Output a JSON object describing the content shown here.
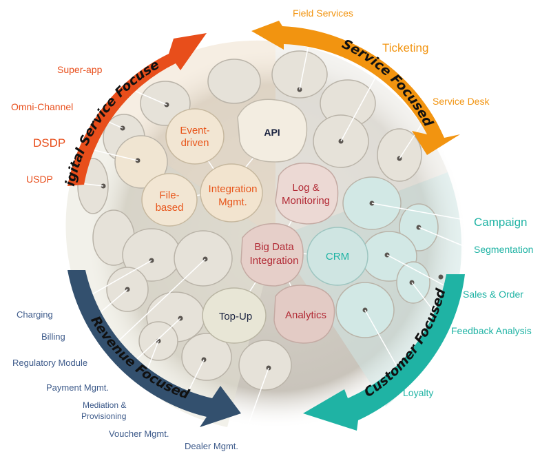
{
  "colors": {
    "digital": "#e84e1b",
    "service": "#f29410",
    "customer": "#1fb3a4",
    "revenue": "#33506e",
    "revenue_text": "#3d5a8a",
    "core_text": "#1a2340",
    "analytics_text": "#b22a35",
    "integration_text": "#e8561b"
  },
  "arcs": {
    "digital": "Digital Service Focused",
    "service": "Service Focused",
    "customer": "Customer Focused",
    "revenue": "Revenue Focused"
  },
  "cells": {
    "api": "API",
    "event_driven_1": "Event-",
    "event_driven_2": "driven",
    "integration_1": "Integration",
    "integration_2": "Mgmt.",
    "file_based_1": "File-",
    "file_based_2": "based",
    "log_1": "Log &",
    "log_2": "Monitoring",
    "big_data_1": "Big Data",
    "big_data_2": "Integration",
    "crm": "CRM",
    "top_up": "Top-Up",
    "analytics": "Analytics"
  },
  "labels": {
    "field_services": "Field Services",
    "ticketing": "Ticketing",
    "service_desk": "Service Desk",
    "super_app": "Super-app",
    "omni_channel": "Omni-Channel",
    "dsdp": "DSDP",
    "usdp": "USDP",
    "campaign": "Campaign",
    "segmentation": "Segmentation",
    "sales_order": "Sales & Order",
    "feedback": "Feedback Analysis",
    "loyalty": "Loyalty",
    "charging": "Charging",
    "billing": "Billing",
    "regulatory": "Regulatory Module",
    "payment": "Payment Mgmt.",
    "mediation_1": "Mediation &",
    "mediation_2": "Provisioning",
    "voucher": "Voucher Mgmt.",
    "dealer": "Dealer Mgmt."
  }
}
